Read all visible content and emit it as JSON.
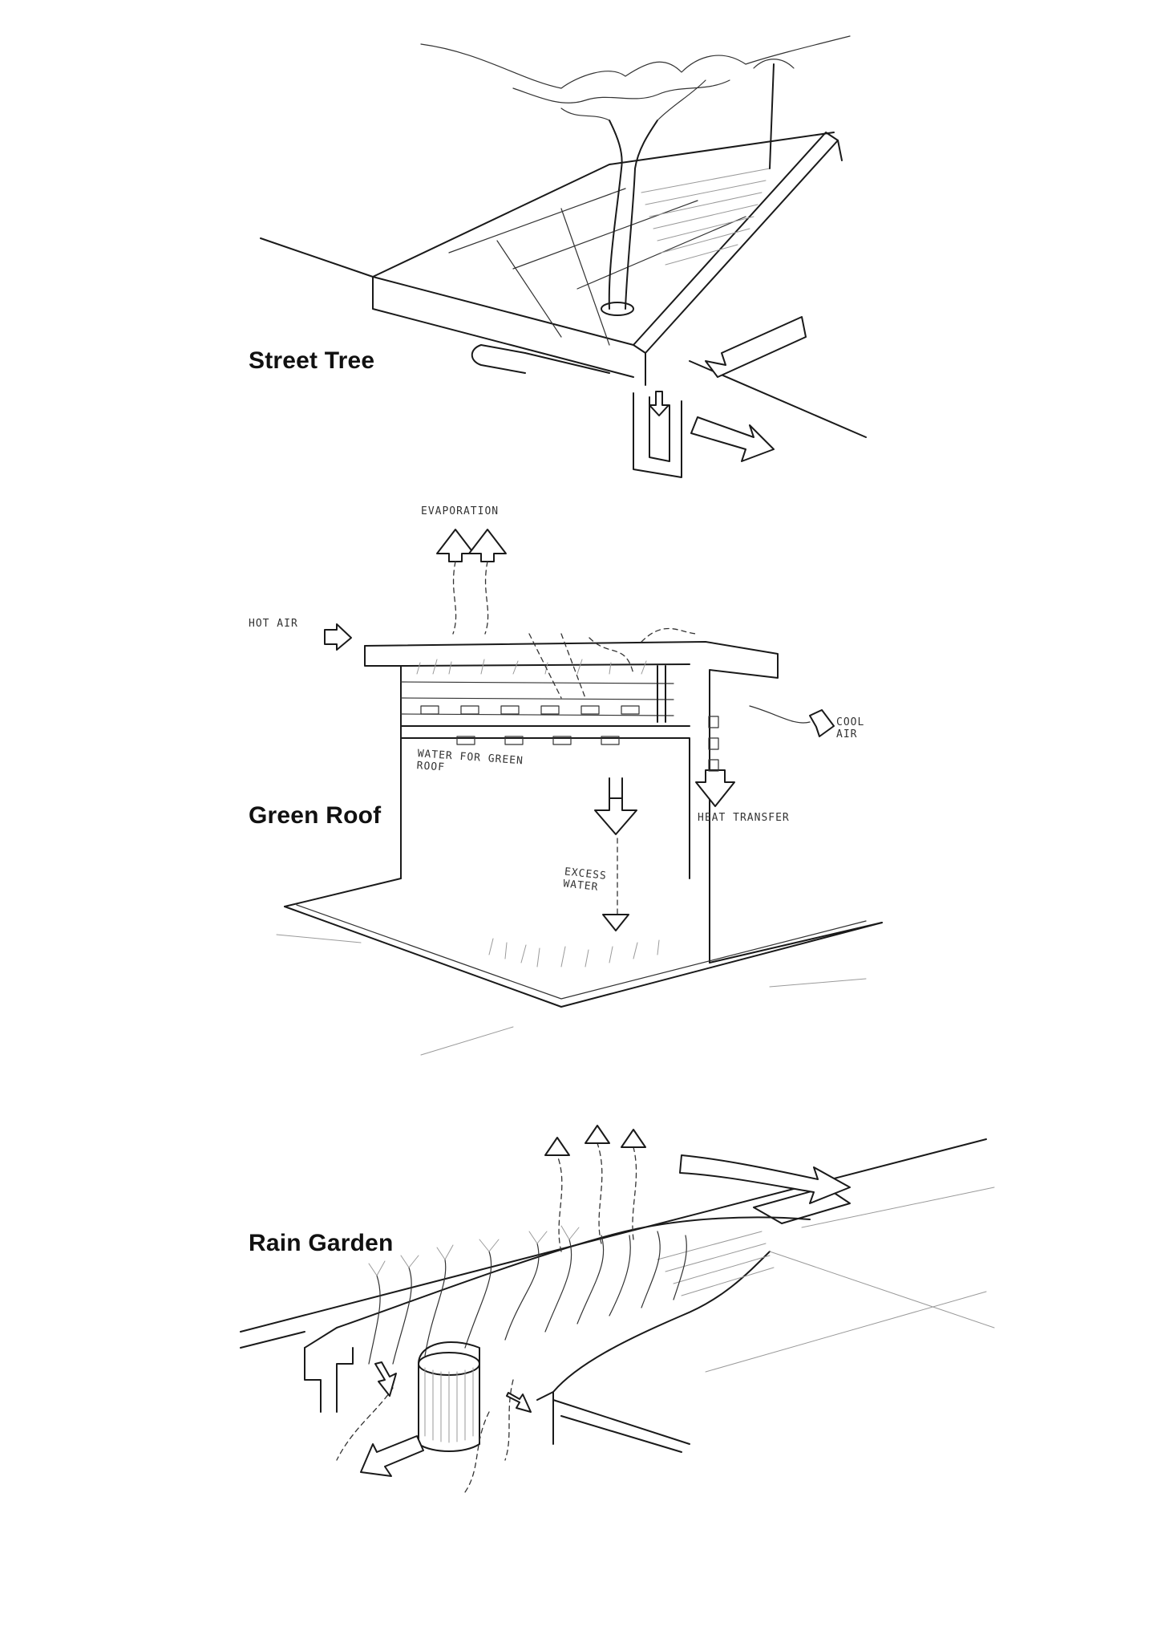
{
  "sections": [
    {
      "title": "Street Tree",
      "annotations": []
    },
    {
      "title": "Green Roof",
      "annotations": [
        "EVAPORATION",
        "HOT AIR",
        "COOL AIR",
        "WATER FOR GREEN ROOF",
        "HEAT TRANSFER",
        "EXCESS WATER"
      ]
    },
    {
      "title": "Rain Garden",
      "annotations": []
    }
  ],
  "colors": {
    "ink": "#1a1a1a",
    "paper": "#ffffff"
  }
}
